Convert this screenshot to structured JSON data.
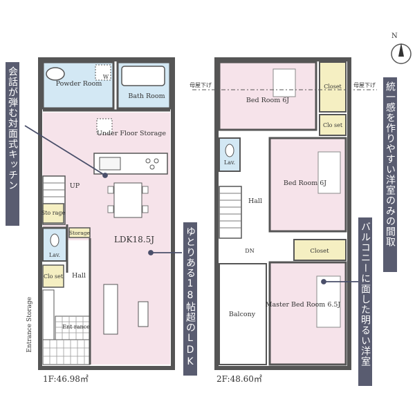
{
  "colors": {
    "pink": "#f6e3ea",
    "blue": "#d3e8f4",
    "yellow": "#f5efc2",
    "wall": "#555555",
    "callout_bg": "#595c70",
    "callout_text": "#ffffff",
    "callout_line": "#4a4f6a"
  },
  "floor1": {
    "area_label": "1F:46.98㎡",
    "rooms": {
      "powder": "Powder Room",
      "bath": "Bath Room",
      "under_floor": "Under Floor Storage",
      "ldk": "LDK18.5J",
      "up": "UP",
      "storage_left": "Sto rage",
      "storage_small": "Storage",
      "lav": "Lav.",
      "closet": "Clo set",
      "hall": "Hall",
      "entrance": "Ent rance",
      "entrance_storage": "Entrance Storage",
      "w_mark": "W"
    }
  },
  "floor2": {
    "area_label": "2F:48.60㎡",
    "rooms": {
      "bed1": "Bed Room 6J",
      "bed2": "Bed Room 6J",
      "master": "Master Bed Room 6.5J",
      "closet_v": "Closet",
      "closet_small": "Clo set",
      "closet_h": "Closet",
      "lav": "Lav.",
      "hall": "Hall",
      "dn": "DN",
      "balcony": "Balcony",
      "roof_left": "母屋下げ",
      "roof_right": "母屋下げ"
    }
  },
  "compass": "N",
  "callouts": {
    "kitchen": "会話が弾む対面式キッチン",
    "ldk": "ゆとりある18帖超のLDK",
    "unity": "統一感を作りやすい洋室のみの間取",
    "balcony": "バルコニーに面した明るい洋室"
  }
}
